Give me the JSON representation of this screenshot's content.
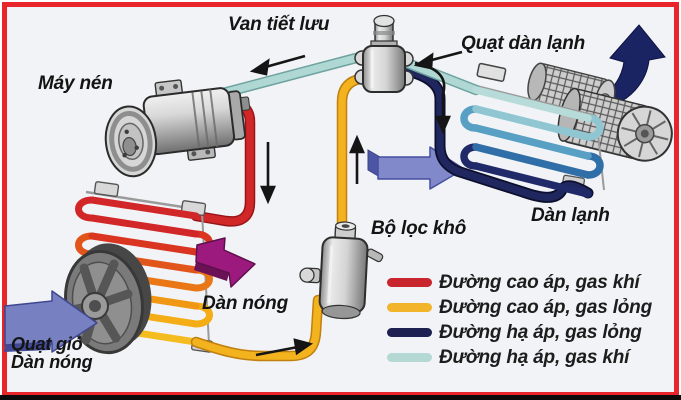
{
  "frame": {
    "border_color": "#e8252b",
    "bottom_bar_color": "#0b0b0b",
    "background": "#f2f3f6"
  },
  "labels": {
    "expansion_valve": "Van tiết lưu",
    "compressor": "Máy nén",
    "evaporator_fan": "Quạt dàn lạnh",
    "evaporator": "Dàn lạnh",
    "drier_filter": "Bộ lọc khô",
    "condenser": "Dàn nóng",
    "condenser_fan_line1": "Quạt gió",
    "condenser_fan_line2": "Dàn nóng"
  },
  "legend": {
    "items": [
      {
        "label": "Đường cao áp, gas khí",
        "color": "#c9252e"
      },
      {
        "label": "Đường cao áp, gas lỏng",
        "color": "#f2b42a"
      },
      {
        "label": "Đường hạ áp, gas lỏng",
        "color": "#1c2152"
      },
      {
        "label": "Đường hạ áp, gas khí",
        "color": "#b4d9d5"
      }
    ]
  }
}
